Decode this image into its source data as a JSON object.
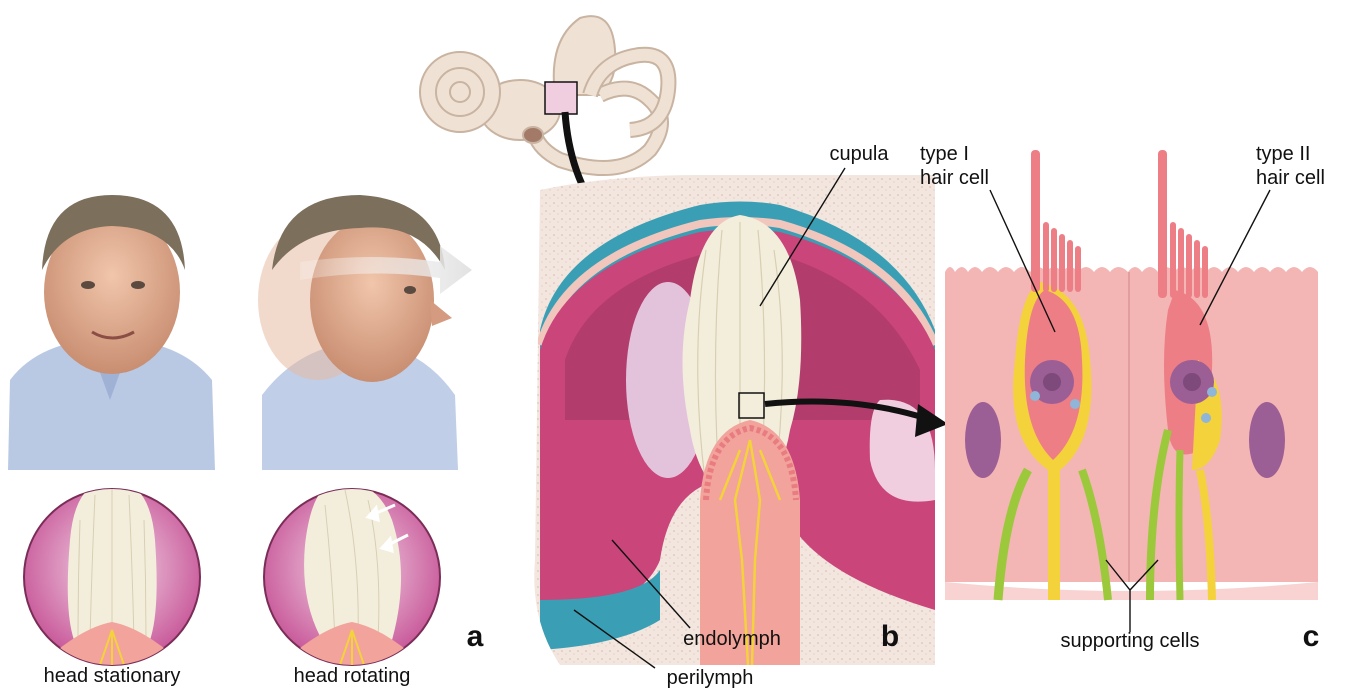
{
  "panels": {
    "a": {
      "letter": "a",
      "stationary_caption": "head stationary",
      "rotating_caption": "head rotating"
    },
    "b": {
      "letter": "b",
      "cupula_label": "cupula",
      "endolymph_label": "endolymph",
      "perilymph_label": "perilymph"
    },
    "c": {
      "letter": "c",
      "type1_line1": "type I",
      "type1_line2": "hair cell",
      "type2_line1": "type II",
      "type2_line2": "hair cell",
      "supporting_label": "supporting cells"
    }
  },
  "colors": {
    "membrane_pink": "#c9457a",
    "membrane_teal": "#3a9fb5",
    "cupula_cream": "#f3eedc",
    "tissue_beige": "#f2e6df",
    "cell_pink": "#f3b6b4",
    "hair_cell_red": "#ee7e86",
    "nucleus_purple": "#9b5e95",
    "nerve_yellow": "#f4d23c",
    "nerve_green": "#9cc83b",
    "skin": "#e9b79c",
    "shirt_blue": "#b9c9e4",
    "hair_gray": "#7c6f5c"
  }
}
